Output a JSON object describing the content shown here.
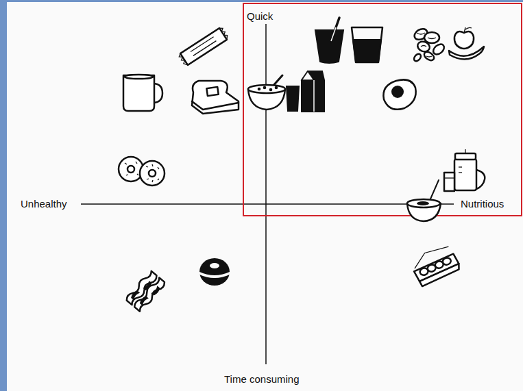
{
  "diagram": {
    "labels": [
      "Quick",
      "Unhealthy",
      "Nutritious",
      "Time consuming"
    ]
  }
}
